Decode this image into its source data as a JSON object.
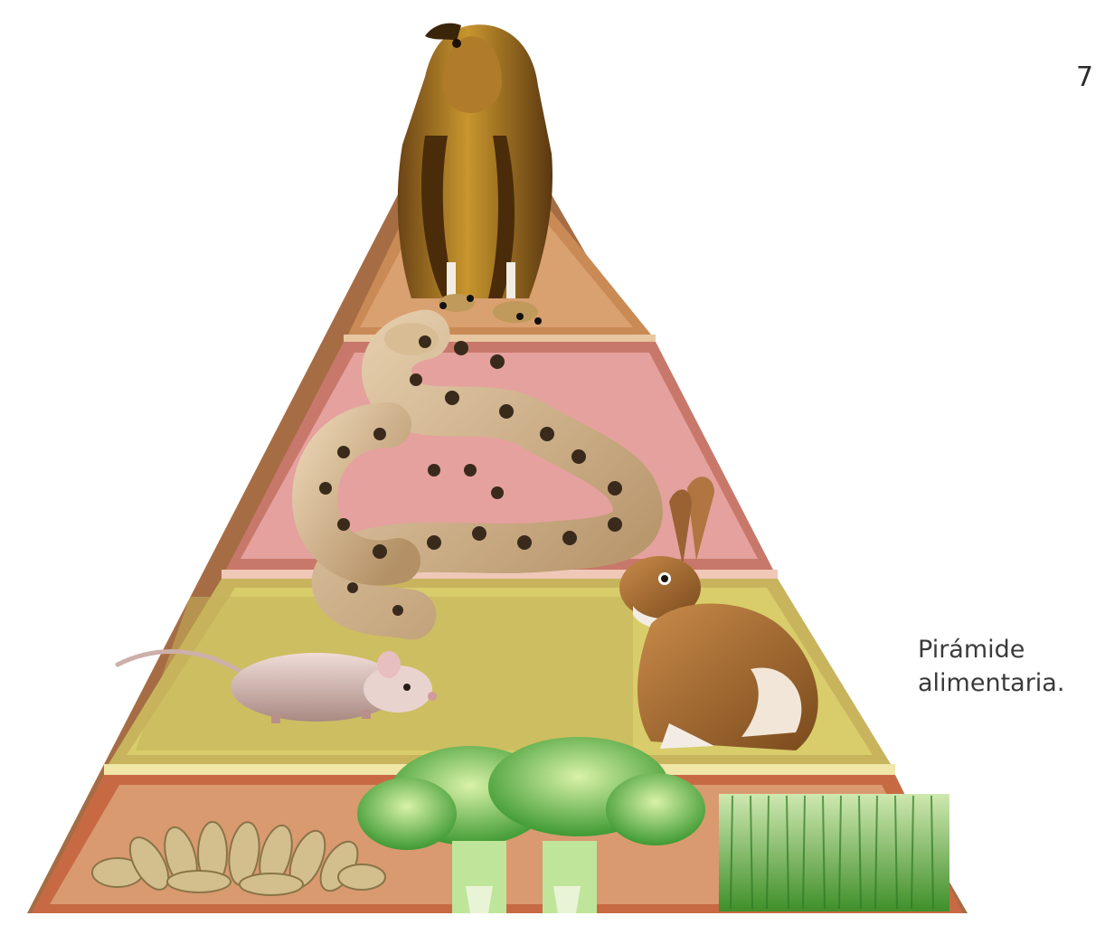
{
  "page_number": "7",
  "caption": {
    "line1": "Pirámide",
    "line2": "alimentaria."
  },
  "levels": [
    {
      "name": "pyramid-level-top",
      "color": "#c98a55",
      "inner": "#d9a070"
    },
    {
      "name": "pyramid-level-secondary-consumers",
      "color": "#c8786a",
      "inner": "#e5a19d"
    },
    {
      "name": "pyramid-level-primary-consumers",
      "color": "#c9b45e",
      "inner": "#d8cd6a"
    },
    {
      "name": "pyramid-level-producers",
      "color": "#c76a44",
      "inner": "#d99a70"
    }
  ],
  "organisms": [
    "hawk",
    "snake",
    "rabbit",
    "mouse",
    "seeds",
    "lettuce",
    "grass"
  ]
}
